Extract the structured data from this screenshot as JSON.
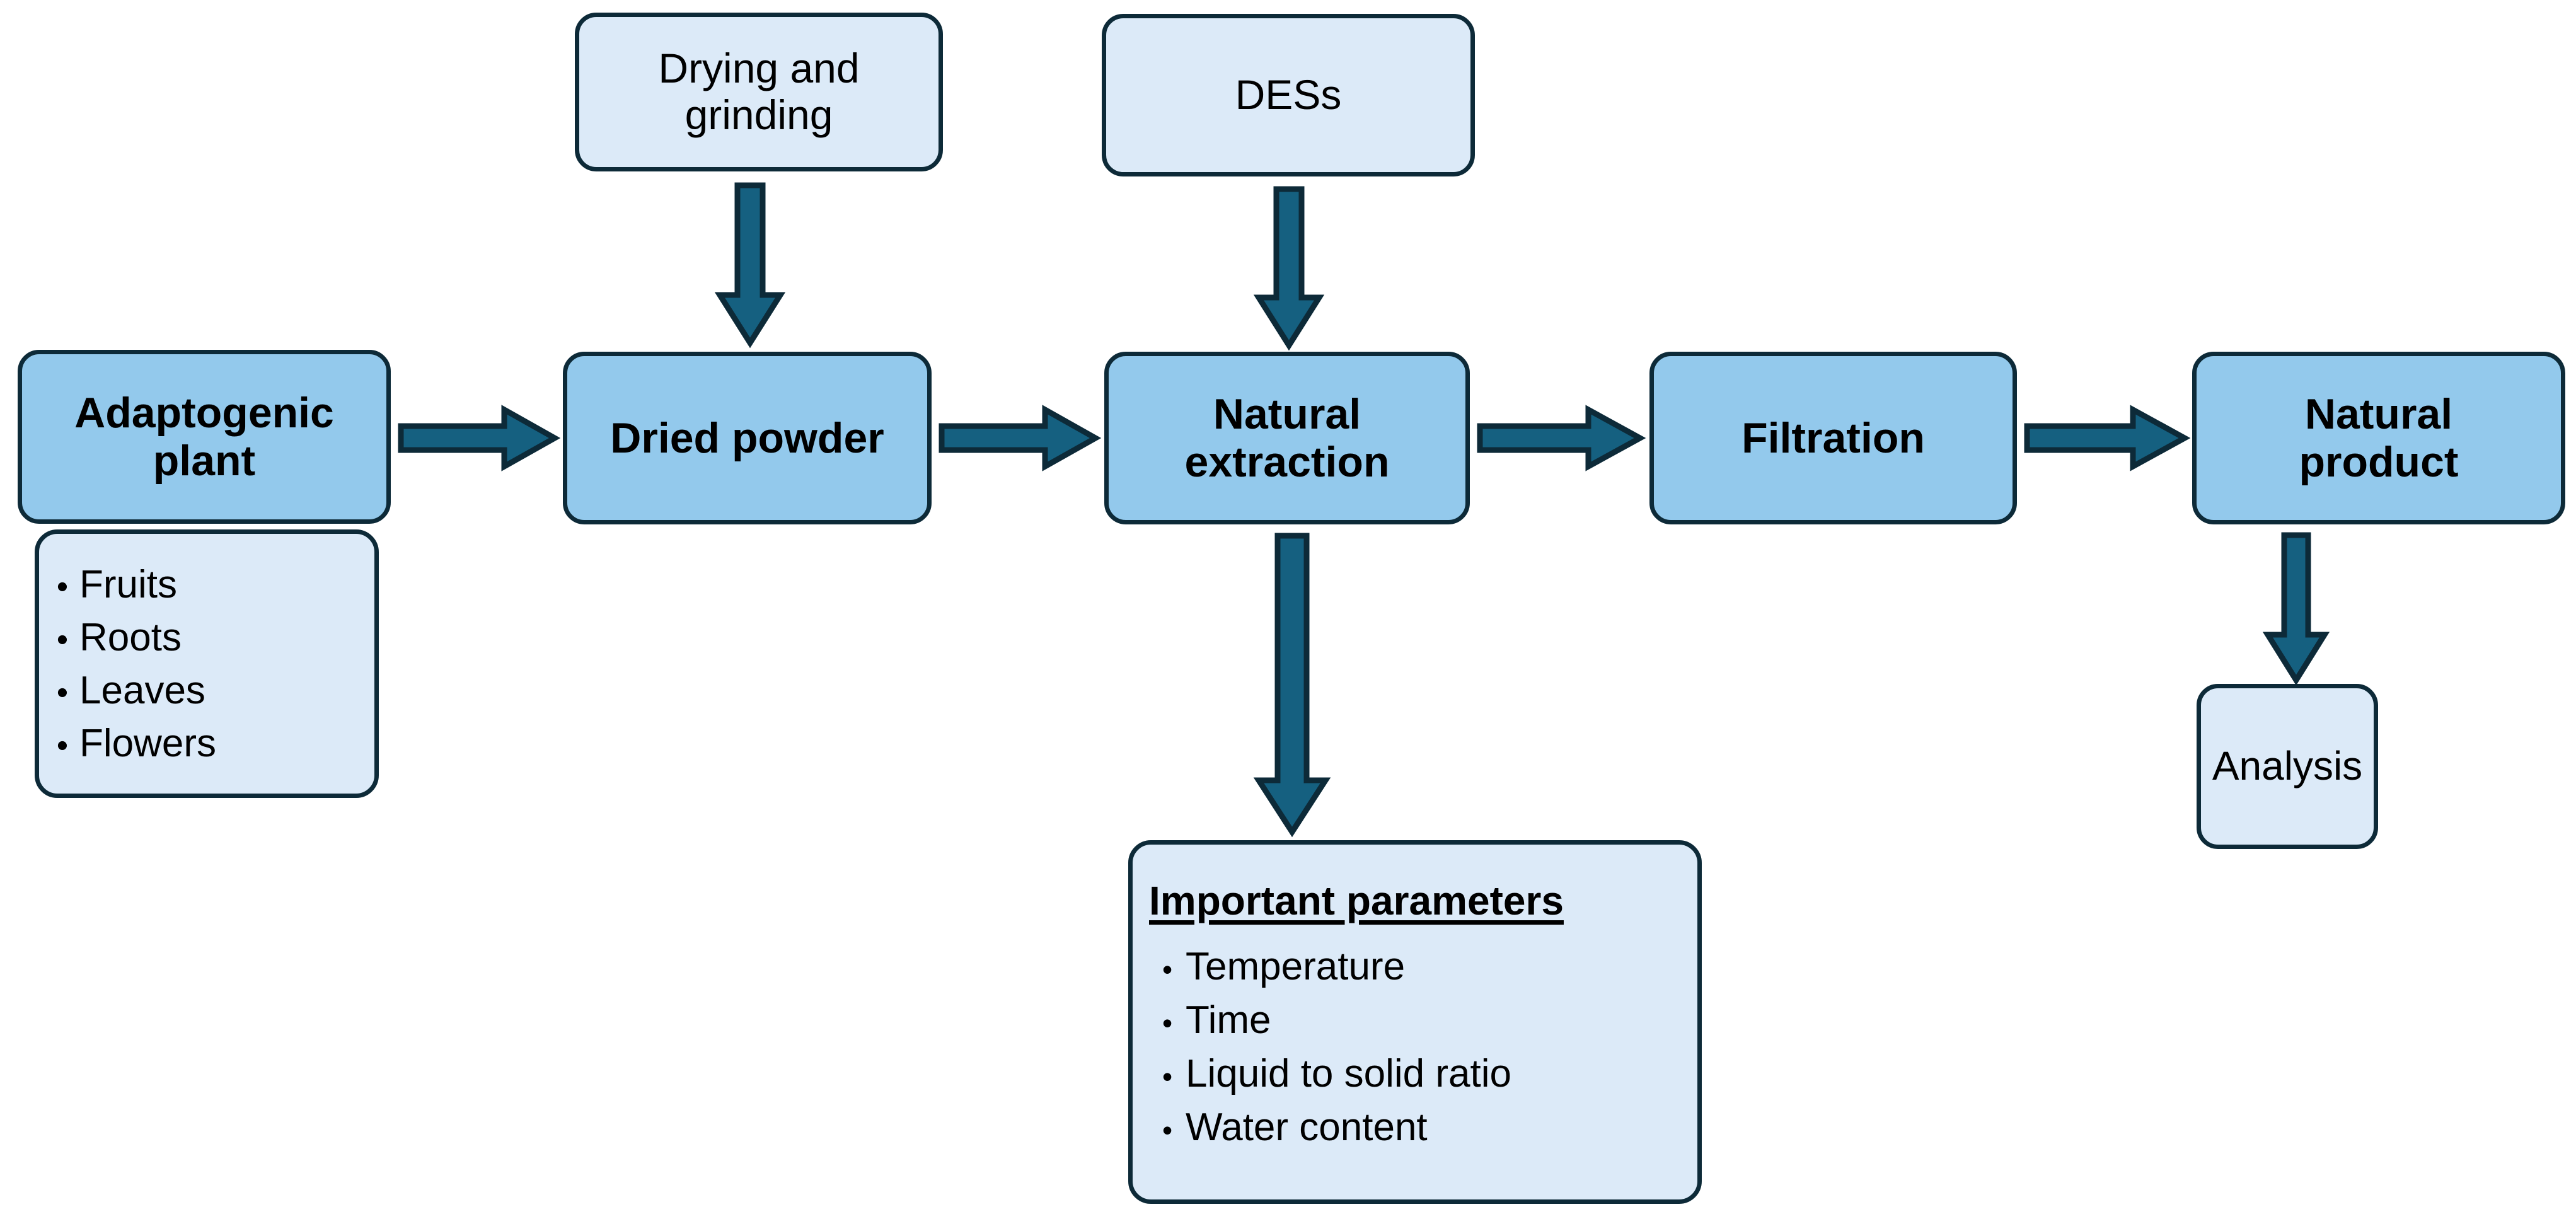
{
  "diagram": {
    "title": "Adaptogenic plant natural extraction process flow",
    "background": "#ffffff",
    "colors": {
      "box_fill_medium": "#93c9ec",
      "box_fill_light": "#dceaf8",
      "box_border": "#0d2a38",
      "arrow_fill": "#156080",
      "arrow_stroke": "#0d2a38",
      "text": "#000000"
    }
  },
  "nodes": {
    "drying_grinding": {
      "label": "Drying and\ngrinding"
    },
    "dess": {
      "label": "DESs"
    },
    "adaptogenic_plant": {
      "label": "Adaptogenic\nplant"
    },
    "dried_powder": {
      "label": "Dried powder"
    },
    "natural_extraction": {
      "label": "Natural\nextraction"
    },
    "filtration": {
      "label": "Filtration"
    },
    "natural_product": {
      "label": "Natural\nproduct"
    },
    "analysis": {
      "label": "Analysis"
    }
  },
  "plant_parts": {
    "bullet": "•",
    "items": [
      {
        "text": "Fruits"
      },
      {
        "text": "Roots"
      },
      {
        "text": "Leaves"
      },
      {
        "text": "Flowers"
      }
    ]
  },
  "important_parameters": {
    "title": "Important parameters",
    "bullet": "•",
    "items": [
      {
        "text": "Temperature"
      },
      {
        "text": "Time"
      },
      {
        "text": "Liquid to solid ratio"
      },
      {
        "text": "Water content"
      }
    ]
  },
  "arrows": [
    {
      "name": "arrow-plant-to-powder",
      "direction": "right"
    },
    {
      "name": "arrow-powder-to-extraction",
      "direction": "right"
    },
    {
      "name": "arrow-extraction-to-filtration",
      "direction": "right"
    },
    {
      "name": "arrow-filtration-to-product",
      "direction": "right"
    },
    {
      "name": "arrow-drying-to-powder",
      "direction": "down"
    },
    {
      "name": "arrow-dess-to-extraction",
      "direction": "down"
    },
    {
      "name": "arrow-extraction-to-parameters",
      "direction": "down"
    },
    {
      "name": "arrow-product-to-analysis",
      "direction": "down"
    }
  ]
}
